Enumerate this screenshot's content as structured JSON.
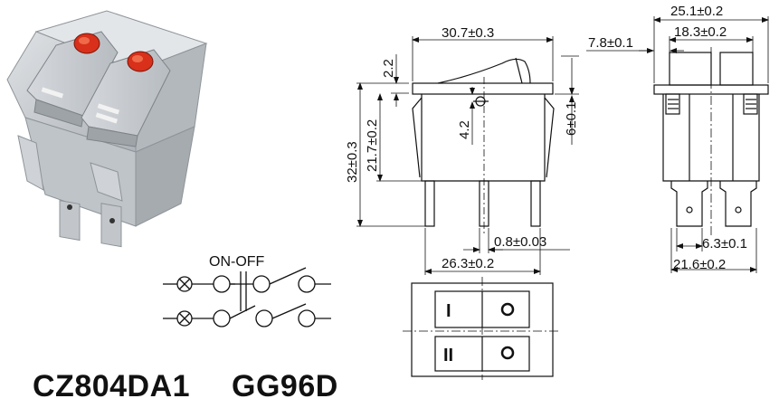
{
  "product": {
    "model": "CZ804DA1",
    "code": "GG96D"
  },
  "schematic": {
    "label": "ON-OFF"
  },
  "front_view": {
    "dims": {
      "top_width": "30.7±0.3",
      "actuator_height": "2.2",
      "overall_height": "32±0.3",
      "body_height": "21.7±0.2",
      "pivot_offset": "4.2",
      "clip_height": "6±0.1",
      "terminal_thickness": "0.8±0.03",
      "terminal_span": "26.3±0.2"
    }
  },
  "side_view": {
    "dims": {
      "overall_width": "25.1±0.2",
      "inner_width": "18.3±0.2",
      "offset": "7.8±0.1",
      "terminal_width": "6.3±0.1",
      "terminal_span": "21.6±0.2"
    }
  },
  "top_view": {
    "symbols": {
      "switch1_on": "I",
      "switch2_on": "II"
    }
  },
  "colors": {
    "line": "#111111",
    "switch_body": "#c9cdd2",
    "lamp": "#d8301a"
  }
}
